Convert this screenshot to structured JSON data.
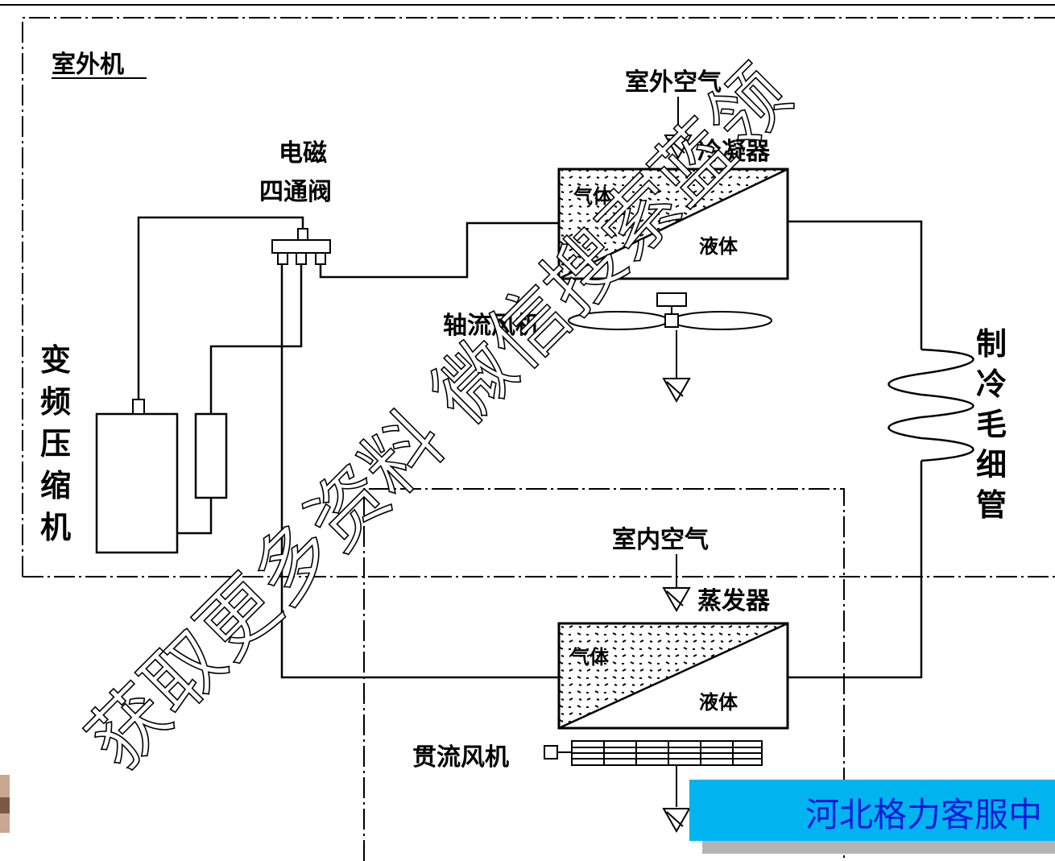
{
  "diagram": {
    "outdoor_unit": "室外机",
    "compressor": "变频压缩机",
    "reversing_valve_line1": "电磁",
    "reversing_valve_line2": "四通阀",
    "outdoor_air": "室外空气",
    "condenser": "冷凝器",
    "gas": "气体",
    "liquid": "液体",
    "axial_fan": "轴流风机",
    "capillary": "制冷毛细管",
    "indoor_air": "室内空气",
    "evaporator": "蒸发器",
    "crossflow_fan": "贯流风机"
  },
  "watermark": "获取更多资料 微信搜索蓝领",
  "banner": {
    "text": "河北格力客服中",
    "bg_color": "#00b4f0",
    "text_color": "#0a1ad8"
  }
}
